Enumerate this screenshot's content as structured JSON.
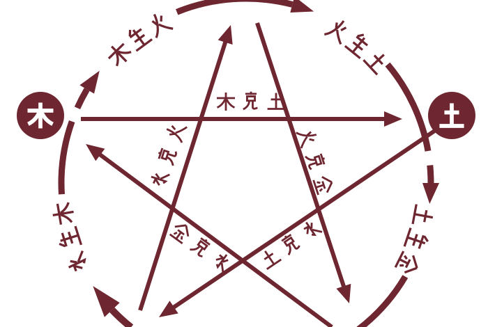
{
  "diagram": {
    "type": "wuxing-five-elements-cycle",
    "background_color": "#ffffff",
    "accent_color": "#6e2630",
    "node_text_color": "#ffffff",
    "nodes": [
      {
        "id": "wood",
        "label": "木"
      },
      {
        "id": "earth",
        "label": "土"
      }
    ],
    "generating_labels": [
      {
        "id": "wood-generates-fire",
        "text": "木生火"
      },
      {
        "id": "fire-generates-earth",
        "text": "火生土"
      },
      {
        "id": "earth-generates-metal",
        "text": "土生金"
      },
      {
        "id": "water-generates-wood",
        "text": "水生木"
      }
    ],
    "overcoming_labels": [
      {
        "id": "wood-overcomes-earth",
        "text": "木克土"
      },
      {
        "id": "water-overcomes-fire",
        "text": "水克火"
      },
      {
        "id": "fire-overcomes-metal",
        "text": "火克金"
      },
      {
        "id": "earth-overcomes-water",
        "text": "土克水"
      },
      {
        "id": "metal-overcomes-water",
        "text": "金克水"
      }
    ]
  }
}
